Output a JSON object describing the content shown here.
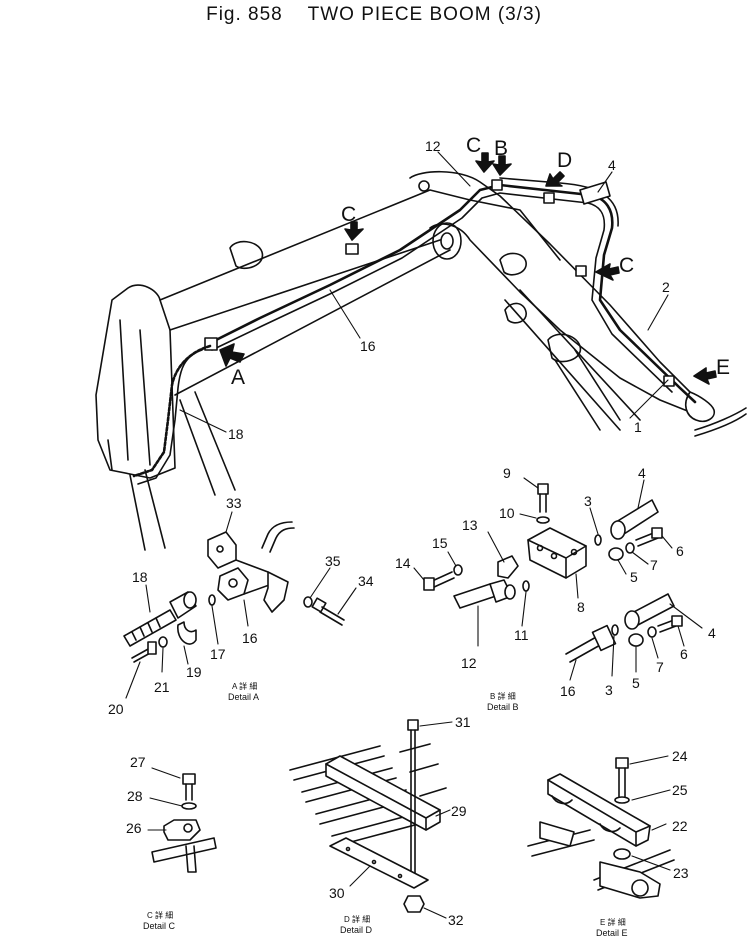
{
  "figure": {
    "fig_label": "Fig. 858",
    "title": "TWO PIECE BOOM (3/3)"
  },
  "callouts": {
    "c1": "1",
    "c2": "2",
    "c3a": "3",
    "c3b": "3",
    "c4a": "4",
    "c4b": "4",
    "c4c": "4",
    "c5a": "5",
    "c5b": "5",
    "c6a": "6",
    "c6b": "6",
    "c7a": "7",
    "c7b": "7",
    "c8": "8",
    "c9": "9",
    "c10": "10",
    "c11": "11",
    "c12a": "12",
    "c12b": "12",
    "c13": "13",
    "c14": "14",
    "c15": "15",
    "c16a": "16",
    "c16b": "16",
    "c16c": "16",
    "c17": "17",
    "c18a": "18",
    "c18b": "18",
    "c19": "19",
    "c20": "20",
    "c21": "21",
    "c22": "22",
    "c23": "23",
    "c24": "24",
    "c25": "25",
    "c26": "26",
    "c27": "27",
    "c28": "28",
    "c29": "29",
    "c30": "30",
    "c31": "31",
    "c32": "32",
    "c33": "33",
    "c34": "34",
    "c35": "35"
  },
  "detail_arrows": {
    "a": "A",
    "b": "B",
    "c1": "C",
    "c2": "C",
    "c3": "C",
    "d": "D",
    "e": "E"
  },
  "detail_captions": {
    "a_ja": "A 詳 細",
    "a_en": "Detail A",
    "b_ja": "B 詳 細",
    "b_en": "Detail B",
    "c_ja": "C 詳 細",
    "c_en": "Detail C",
    "d_ja": "D 詳 細",
    "d_en": "Detail D",
    "e_ja": "E 詳 細",
    "e_en": "Detail E"
  }
}
